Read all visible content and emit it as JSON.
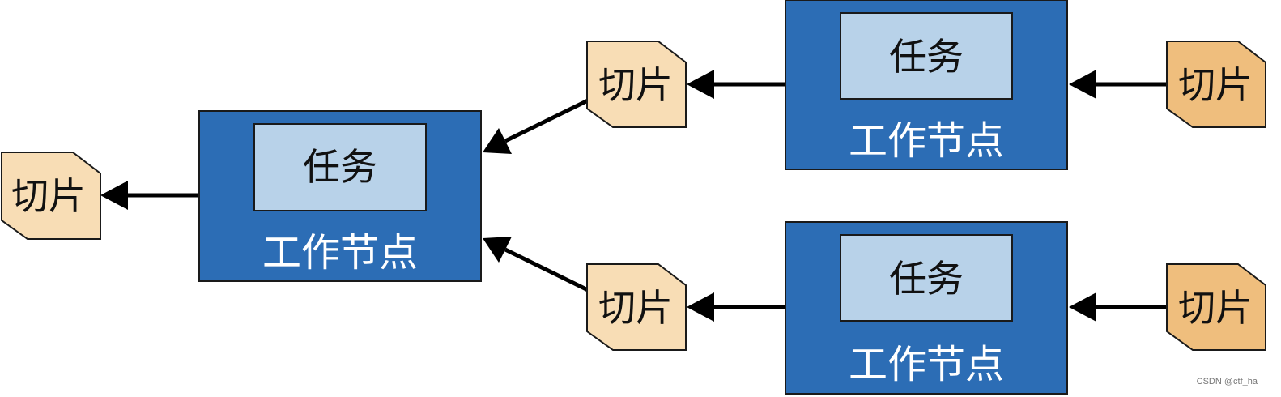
{
  "colors": {
    "node_fill": "#2c6db5",
    "node_stroke": "#1a1a1a",
    "task_fill": "#b8d2e9",
    "slice_light": "#f8ddb5",
    "slice_dark": "#efbe7d",
    "arrow": "#000000"
  },
  "nodes": [
    {
      "label": "工作节点",
      "task_label": "任务"
    },
    {
      "label": "工作节点",
      "task_label": "任务"
    },
    {
      "label": "工作节点",
      "task_label": "任务"
    }
  ],
  "slices": [
    {
      "label": "切片",
      "tone": "light"
    },
    {
      "label": "切片",
      "tone": "light"
    },
    {
      "label": "切片",
      "tone": "light"
    },
    {
      "label": "切片",
      "tone": "dark"
    },
    {
      "label": "切片",
      "tone": "dark"
    }
  ],
  "watermark": "CSDN @ctf_ha"
}
